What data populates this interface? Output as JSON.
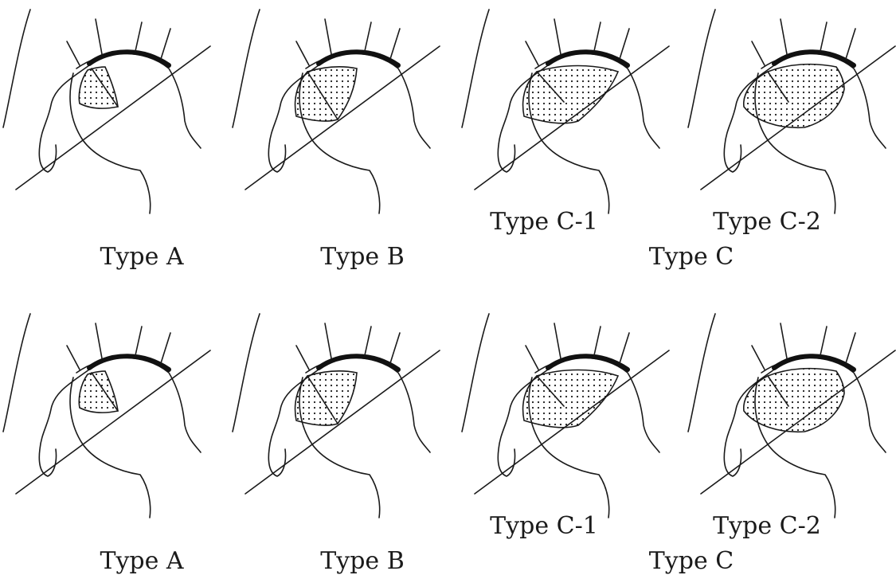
{
  "rows": [
    {
      "panels": [
        {
          "id": "A",
          "label": "Type A"
        },
        {
          "id": "B",
          "label": "Type B"
        },
        {
          "id": "C1",
          "label": "Type C-1"
        },
        {
          "id": "C2",
          "label": "Type C-2"
        }
      ],
      "group_label": "Type C"
    },
    {
      "panels": [
        {
          "id": "A",
          "label": "Type A"
        },
        {
          "id": "B",
          "label": "Type B"
        },
        {
          "id": "C1",
          "label": "Type C-1"
        },
        {
          "id": "C2",
          "label": "Type C-2"
        }
      ],
      "group_label": "Type C"
    }
  ],
  "colors": {
    "ink": "#1a1a1a",
    "background": "#ffffff"
  }
}
